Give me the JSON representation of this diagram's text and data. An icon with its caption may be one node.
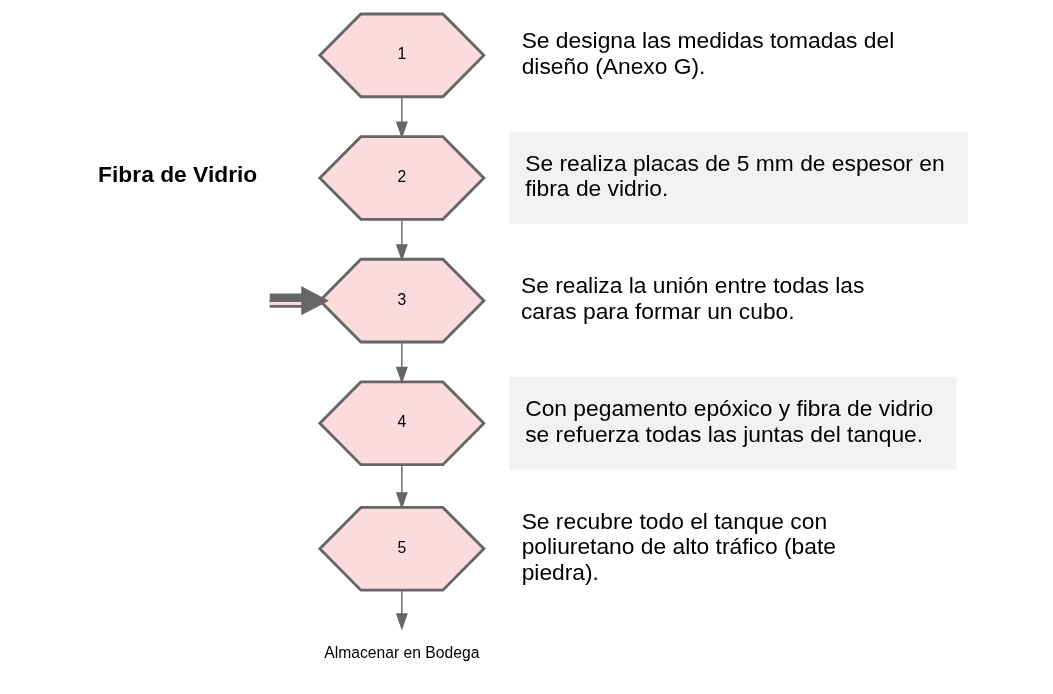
{
  "diagram": {
    "nodes": [
      {
        "text": [
          "1"
        ],
        "beside": [
          "Se designa las medidas tomadas del diseño (Anexo G)."
        ]
      },
      {
        "text": [
          "2"
        ],
        "beside": [
          "Se realiza placas de 5 mm de espesor en fibra de vidrio."
        ]
      },
      {
        "text": [
          "3"
        ],
        "beside": [
          "Se realiza la unión entre todas las caras para formar un cubo."
        ]
      },
      {
        "text": [
          "4"
        ],
        "beside": [
          "Con pegamento epóxico y fibra de vidrio se refuerza todas las juntas del tanque."
        ]
      },
      {
        "text": [
          "5"
        ],
        "beside": [
          "Se recubre todo el tanque con poliuretano de alto tráfico (bate piedra)."
        ]
      },
      {
        "text": [
          "Almacenar en Bodega"
        ]
      }
    ],
    "edges": [
      {
        "from": 0,
        "to": 1,
        "arrow": "to"
      },
      {
        "from": 1,
        "to": 2,
        "arrow": "to"
      },
      {
        "from": 2,
        "to": 3,
        "arrow": "to"
      },
      {
        "from": 3,
        "to": 4,
        "arrow": "to"
      },
      {
        "from": 4,
        "to": 5,
        "arrow": "to"
      },
      {
        "from": null,
        "to": 2,
        "arrow": "to",
        "style": "thick"
      }
    ],
    "labels": [
      "Fibra de Vidrio"
    ]
  }
}
